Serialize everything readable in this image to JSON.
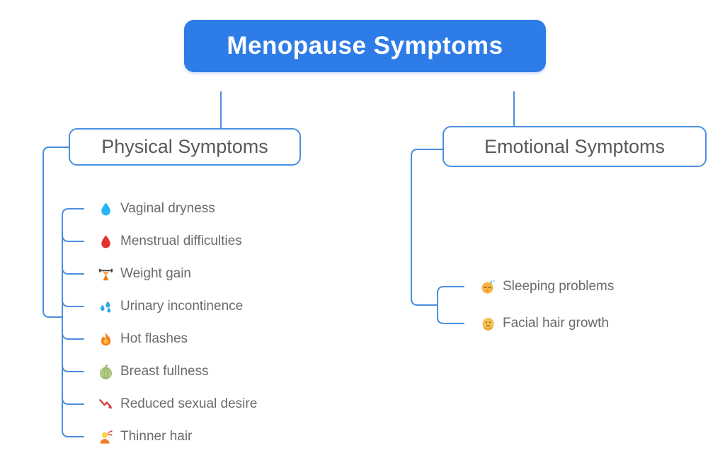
{
  "title": {
    "label": "Menopause Symptoms"
  },
  "colors": {
    "root_fill": "#2e7ce8",
    "root_text": "#ffffff",
    "branch_border": "#4a8fe0",
    "branch_text": "#595959",
    "connector": "#4c8edc",
    "item_text": "#6b6b6b",
    "background": "#ffffff"
  },
  "branches": {
    "physical": {
      "label": "Physical Symptoms",
      "items": [
        {
          "icon": "droplet-icon",
          "label": "Vaginal dryness"
        },
        {
          "icon": "blood-drop-icon",
          "label": "Menstrual difficulties"
        },
        {
          "icon": "weight-lifter-icon",
          "label": "Weight gain"
        },
        {
          "icon": "sweat-droplets-icon",
          "label": "Urinary incontinence"
        },
        {
          "icon": "fire-icon",
          "label": "Hot flashes"
        },
        {
          "icon": "melon-icon",
          "label": "Breast fullness"
        },
        {
          "icon": "chart-decreasing-icon",
          "label": "Reduced sexual desire"
        },
        {
          "icon": "haircut-person-icon",
          "label": "Thinner hair"
        }
      ]
    },
    "emotional": {
      "label": "Emotional Symptoms",
      "items": [
        {
          "icon": "sleeping-face-icon",
          "label": "Sleeping problems"
        },
        {
          "icon": "bearded-person-icon",
          "label": "Facial hair growth"
        }
      ]
    }
  }
}
